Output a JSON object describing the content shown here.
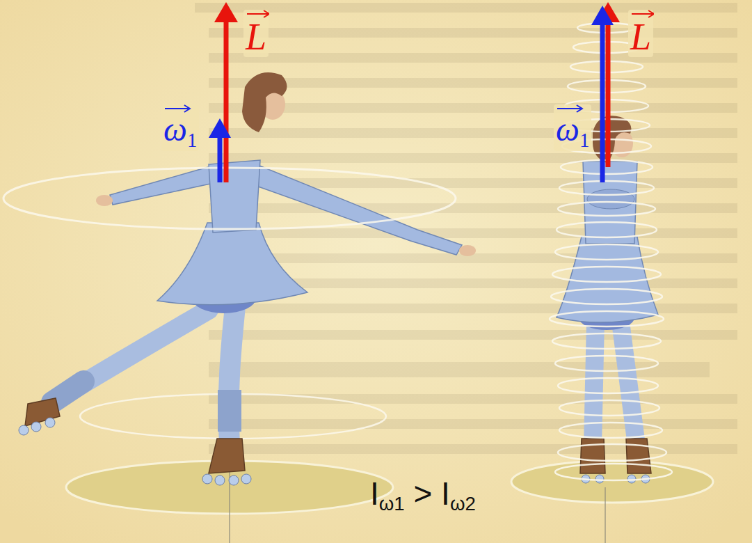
{
  "diagram": {
    "labels": [
      "L",
      "L",
      "ω1",
      "ω1",
      "Iω1 > Iω2"
    ]
  }
}
